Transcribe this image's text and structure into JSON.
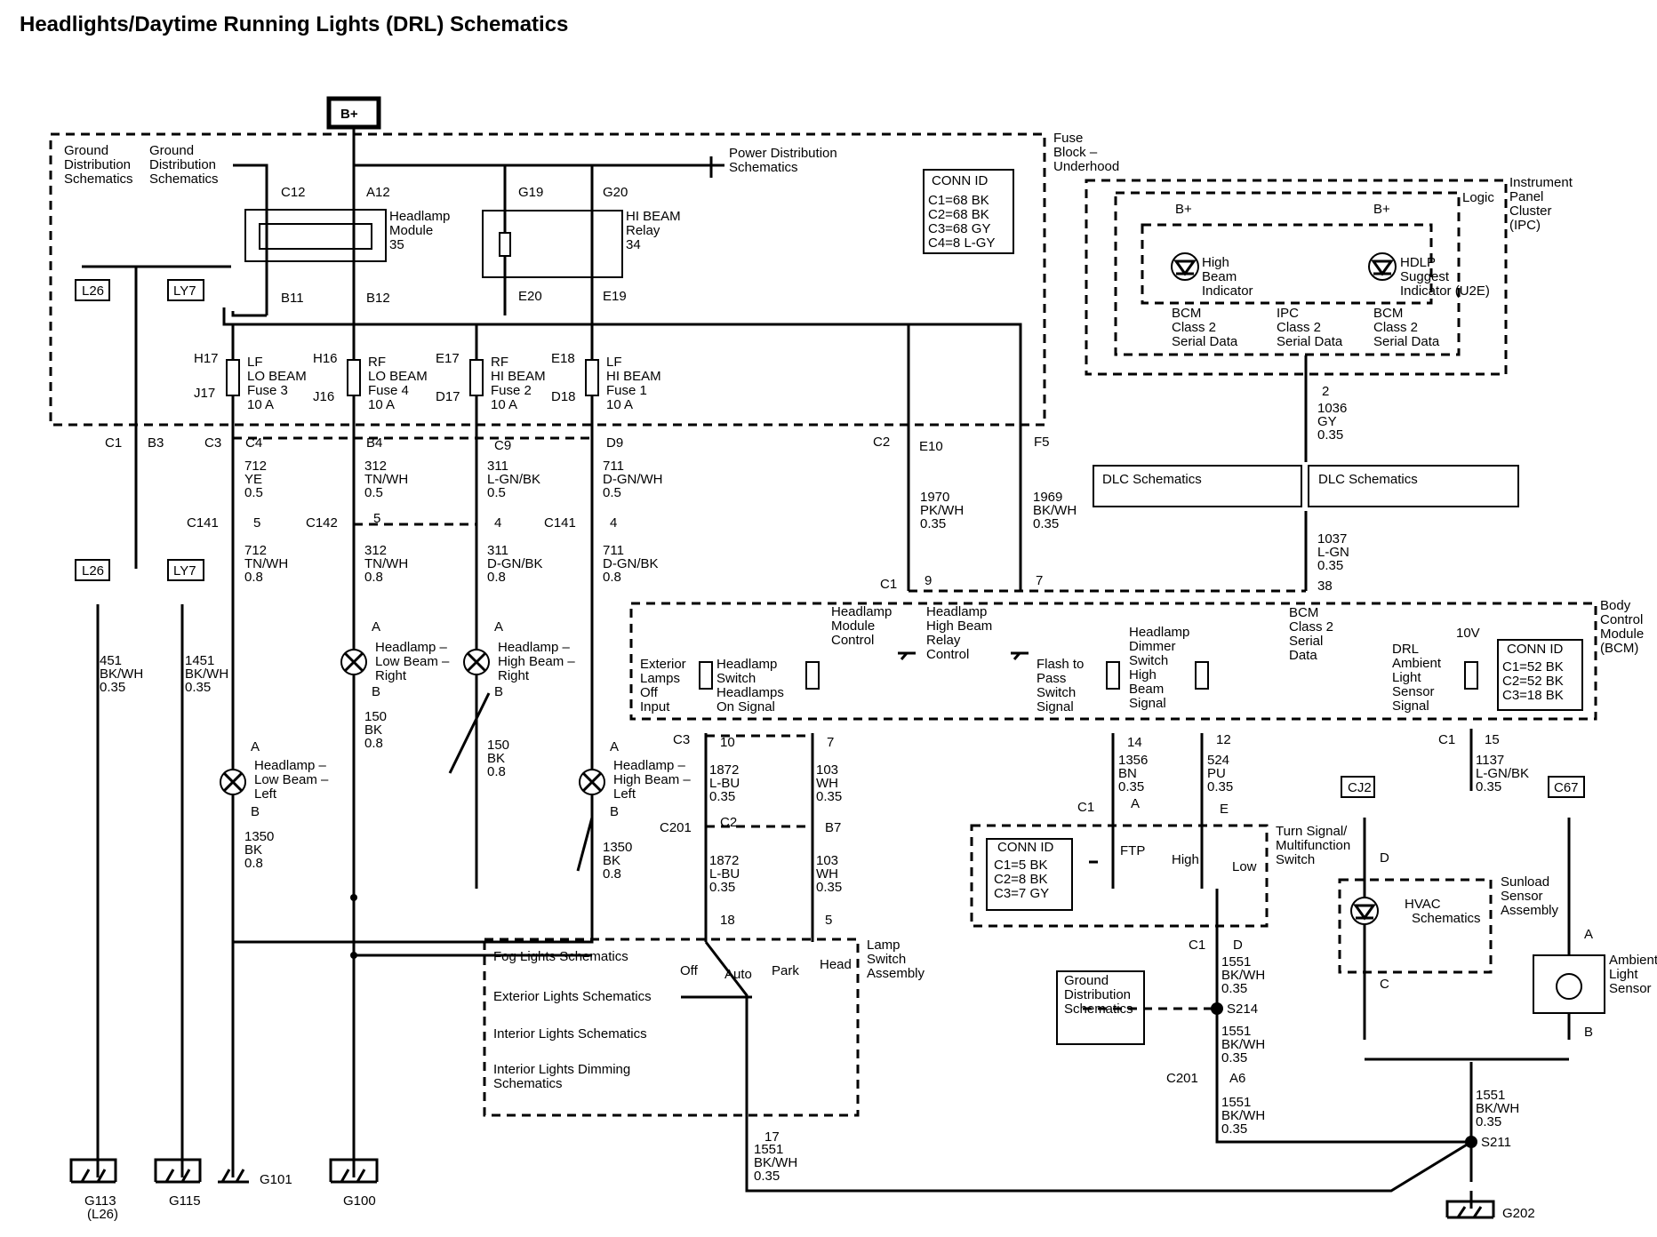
{
  "title": "Headlights/Daytime Running Lights (DRL) Schematics",
  "labels": {
    "bplus": "B+",
    "ground_dist_1": [
      "Ground",
      "Distribution",
      "Schematics"
    ],
    "ground_dist_2": [
      "Ground",
      "Distribution",
      "Schematics"
    ],
    "power_dist": [
      "Power Distribution",
      "Schematics"
    ],
    "fuse_block": [
      "Fuse",
      "Block –",
      "Underhood"
    ],
    "conn_id_fuse": [
      "CONN ID",
      "C1=68 BK",
      "C2=68 BK",
      "C3=68 GY",
      "C4=8 L-GY"
    ],
    "headlamp_module": [
      "Headlamp",
      "Module",
      "35"
    ],
    "hi_beam_relay": [
      "HI BEAM",
      "Relay",
      "34"
    ],
    "ipc": [
      "Instrument",
      "Panel",
      "Cluster",
      "(IPC)"
    ],
    "logic": "Logic",
    "high_beam_ind": [
      "High",
      "Beam",
      "Indicator"
    ],
    "hdlp_suggest": [
      "HDLP",
      "Suggest",
      "Indicator (U2E)"
    ],
    "bcm_class2_a": [
      "BCM",
      "Class 2",
      "Serial Data"
    ],
    "ipc_class2": [
      "IPC",
      "Class 2",
      "Serial Data"
    ],
    "bcm_class2_b": [
      "BCM",
      "Class 2",
      "Serial Data"
    ],
    "dlc_1": "DLC Schematics",
    "dlc_2": "DLC Schematics",
    "fuse3": [
      "LF",
      "LO BEAM",
      "Fuse 3",
      "10 A"
    ],
    "fuse4": [
      "RF",
      "LO BEAM",
      "Fuse 4",
      "10 A"
    ],
    "fuse2": [
      "RF",
      "HI BEAM",
      "Fuse 2",
      "10 A"
    ],
    "fuse1": [
      "LF",
      "HI BEAM",
      "Fuse 1",
      "10 A"
    ],
    "bcm": [
      "Body",
      "Control",
      "Module",
      "(BCM)"
    ],
    "conn_id_bcm": [
      "CONN ID",
      "C1=52 BK",
      "C2=52 BK",
      "C3=18 BK"
    ],
    "hl_module_ctrl": [
      "Headlamp",
      "Module",
      "Control"
    ],
    "hl_hb_relay_ctrl": [
      "Headlamp",
      "High Beam",
      "Relay",
      "Control"
    ],
    "ext_lamps_off": [
      "Exterior",
      "Lamps",
      "Off",
      "Input"
    ],
    "hl_switch_on": [
      "Headlamp",
      "Switch",
      "Headlamps",
      "On Signal"
    ],
    "flash_to_pass": [
      "Flash to",
      "Pass",
      "Switch",
      "Signal"
    ],
    "hl_dimmer": [
      "Headlamp",
      "Dimmer",
      "Switch",
      "High",
      "Beam",
      "Signal"
    ],
    "bcm_class2_c": [
      "BCM",
      "Class 2",
      "Serial",
      "Data"
    ],
    "drl_amb": [
      "DRL",
      "Ambient",
      "Light",
      "Sensor",
      "Signal"
    ],
    "v10": "10V",
    "hl_low_right": [
      "Headlamp –",
      "Low Beam –",
      "Right"
    ],
    "hl_high_right": [
      "Headlamp –",
      "High Beam –",
      "Right"
    ],
    "hl_low_left": [
      "Headlamp –",
      "Low Beam –",
      "Left"
    ],
    "hl_high_left": [
      "Headlamp –",
      "High Beam –",
      "Left"
    ],
    "turn_signal": [
      "Turn Signal/",
      "Multifunction",
      "Switch"
    ],
    "conn_id_turn": [
      "CONN ID",
      "C1=5 BK",
      "C2=8 BK",
      "C3=7 GY"
    ],
    "ftp": "FTP",
    "high": "High",
    "low": "Low",
    "lamp_switch": [
      "Lamp",
      "Switch",
      "Assembly"
    ],
    "fog": "Fog Lights Schematics",
    "ext_lights": "Exterior Lights Schematics",
    "int_lights": "Interior Lights Schematics",
    "int_dimming": [
      "Interior Lights Dimming",
      "Schematics"
    ],
    "sw_off": "Off",
    "sw_auto": "Auto",
    "sw_park": "Park",
    "sw_head": "Head",
    "ground_dist_3": [
      "Ground",
      "Distribution",
      "Schematics"
    ],
    "hvac": [
      "HVAC",
      "Schematics"
    ],
    "sunload": [
      "Sunload",
      "Sensor",
      "Assembly"
    ],
    "ambient": [
      "Ambient",
      "Light",
      "Sensor"
    ],
    "cj2": "CJ2",
    "c67": "C67",
    "l26": "L26",
    "ly7": "LY7",
    "g113": [
      "G113",
      "(L26)"
    ],
    "g115": "G115",
    "g101": "G101",
    "g100": "G100",
    "g202": "G202",
    "s214": "S214",
    "s211": "S211"
  },
  "connector_pins": {
    "c12": "C12",
    "a12": "A12",
    "g19": "G19",
    "g20": "G20",
    "b11": "B11",
    "b12": "B12",
    "e20": "E20",
    "e19": "E19",
    "h17": "H17",
    "j17": "J17",
    "h16": "H16",
    "j16": "J16",
    "e17": "E17",
    "d17": "D17",
    "e18": "E18",
    "d18": "D18",
    "c1": "C1",
    "b3": "B3",
    "c3": "C3",
    "c4": "C4",
    "b4": "B4",
    "c9": "C9",
    "d9": "D9",
    "c2": "C2",
    "e10": "E10",
    "f5": "F5",
    "c141a": "C141",
    "p5a": "5",
    "c142": "C142",
    "p5b": "5",
    "p4a": "4",
    "c141b": "C141",
    "p4b": "4",
    "bcm_c1": "C1",
    "p9": "9",
    "p7": "7",
    "p38": "38",
    "bcm_c3": "C3",
    "p10": "10",
    "p7b": "7",
    "p14": "14",
    "p12": "12",
    "bcm_c1b": "C1",
    "p15": "15",
    "c201": "C201",
    "c2b": "C2",
    "b7": "B7",
    "p18": "18",
    "p5c": "5",
    "p17": "17",
    "ts_c1": "C1",
    "pa": "A",
    "pe": "E",
    "ts_c1b": "C1",
    "pd": "D",
    "c201b": "C201",
    "a6": "A6",
    "ipc_2": "2",
    "hl_a1": "A",
    "hl_b1": "B",
    "hl_a2": "A",
    "hl_b2": "B",
    "hl_a3": "A",
    "hl_b3": "B",
    "hl_a4": "A",
    "hl_b4": "B",
    "sun_d": "D",
    "sun_c": "C",
    "amb_a": "A",
    "amb_b": "B",
    "ipc_bplus1": "B+",
    "ipc_bplus2": "B+"
  },
  "wires": {
    "w712a": [
      "712",
      "YE",
      "0.5"
    ],
    "w312a": [
      "312",
      "TN/WH",
      "0.5"
    ],
    "w311a": [
      "311",
      "L-GN/BK",
      "0.5"
    ],
    "w711a": [
      "711",
      "D-GN/WH",
      "0.5"
    ],
    "w712b": [
      "712",
      "TN/WH",
      "0.8"
    ],
    "w312b": [
      "312",
      "TN/WH",
      "0.8"
    ],
    "w311b": [
      "311",
      "D-GN/BK",
      "0.8"
    ],
    "w711b": [
      "711",
      "D-GN/BK",
      "0.8"
    ],
    "w1970": [
      "1970",
      "PK/WH",
      "0.35"
    ],
    "w1969": [
      "1969",
      "BK/WH",
      "0.35"
    ],
    "w1036": [
      "1036",
      "GY",
      "0.35"
    ],
    "w1037": [
      "1037",
      "L-GN",
      "0.35"
    ],
    "w451": [
      "451",
      "BK/WH",
      "0.35"
    ],
    "w1451": [
      "1451",
      "BK/WH",
      "0.35"
    ],
    "w150a": [
      "150",
      "BK",
      "0.8"
    ],
    "w150b": [
      "150",
      "BK",
      "0.8"
    ],
    "w1350a": [
      "1350",
      "BK",
      "0.8"
    ],
    "w1350b": [
      "1350",
      "BK",
      "0.8"
    ],
    "w1872a": [
      "1872",
      "L-BU",
      "0.35"
    ],
    "w103a": [
      "103",
      "WH",
      "0.35"
    ],
    "w1872b": [
      "1872",
      "L-BU",
      "0.35"
    ],
    "w103b": [
      "103",
      "WH",
      "0.35"
    ],
    "w1356": [
      "1356",
      "BN",
      "0.35"
    ],
    "w524": [
      "524",
      "PU",
      "0.35"
    ],
    "w1137": [
      "1137",
      "L-GN/BK",
      "0.35"
    ],
    "w1551a": [
      "1551",
      "BK/WH",
      "0.35"
    ],
    "w1551b": [
      "1551",
      "BK/WH",
      "0.35"
    ],
    "w1551c": [
      "1551",
      "BK/WH",
      "0.35"
    ],
    "w1551d": [
      "1551",
      "BK/WH",
      "0.35"
    ],
    "w1551e": [
      "1551",
      "BK/WH",
      "0.35"
    ]
  }
}
